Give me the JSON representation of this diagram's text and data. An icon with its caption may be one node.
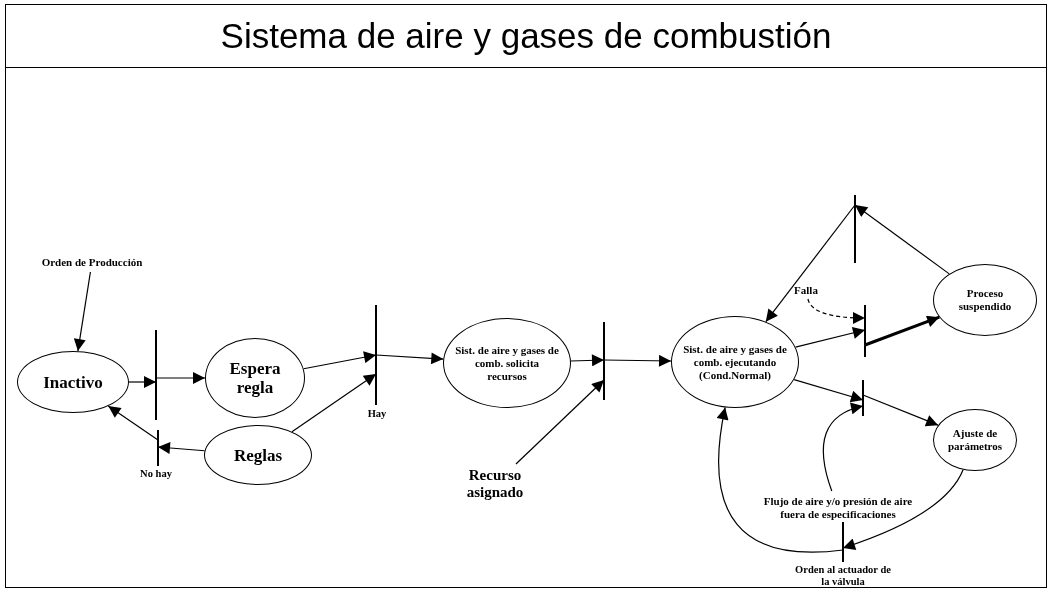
{
  "diagram": {
    "title": "Sistema de aire y gases de combustión",
    "nodes": [
      {
        "text": [
          "Inactivo"
        ]
      },
      {
        "text": [
          "Espera regla"
        ]
      },
      {
        "text": [
          "Reglas"
        ]
      },
      {
        "text": [
          "Sist. de aire y gases de comb. solicita recursos"
        ]
      },
      {
        "text": [
          "Sist. de aire y gases de comb. ejecutando (Cond.Normal)"
        ]
      },
      {
        "text": [
          "Proceso suspendido"
        ]
      },
      {
        "text": [
          "Ajuste de parámetros"
        ]
      },
      {
        "text": [],
        "shape": "bar"
      },
      {
        "text": [],
        "shape": "bar",
        "beside": [
          "Hay"
        ]
      },
      {
        "text": [],
        "shape": "bar",
        "beside": [
          "No hay"
        ]
      },
      {
        "text": [],
        "shape": "bar"
      },
      {
        "text": [],
        "shape": "bar"
      },
      {
        "text": [],
        "shape": "bar"
      },
      {
        "text": [],
        "shape": "bar"
      },
      {
        "text": [],
        "shape": "bar",
        "beside": [
          "Orden al actuador de la válvula"
        ]
      },
      {
        "text": [
          "Orden de Producción"
        ]
      },
      {
        "text": [
          "Recurso asignado"
        ]
      },
      {
        "text": [
          "Falla"
        ]
      },
      {
        "text": [
          "Flujo de aire y/o presión de aire fuera de especificaciones"
        ]
      }
    ],
    "edges": [
      {
        "from": 15,
        "to": 0,
        "arrow": "to"
      },
      {
        "from": 0,
        "to": 7,
        "arrow": "to"
      },
      {
        "from": 7,
        "to": 1,
        "arrow": "to"
      },
      {
        "from": 1,
        "to": 8,
        "arrow": "to"
      },
      {
        "from": 2,
        "to": 8,
        "arrow": "to"
      },
      {
        "from": 8,
        "to": 3,
        "arrow": "to"
      },
      {
        "from": 2,
        "to": 9,
        "arrow": "to"
      },
      {
        "from": 9,
        "to": 0,
        "arrow": "to"
      },
      {
        "from": 3,
        "to": 10,
        "arrow": "to"
      },
      {
        "from": 16,
        "to": 10,
        "arrow": "to"
      },
      {
        "from": 10,
        "to": 4,
        "arrow": "to"
      },
      {
        "from": 4,
        "to": 12,
        "arrow": "to"
      },
      {
        "from": 17,
        "to": 12,
        "arrow": "to",
        "style": "dashed"
      },
      {
        "from": 12,
        "to": 5,
        "arrow": "to",
        "style": "thick"
      },
      {
        "from": 5,
        "to": 11,
        "arrow": "to"
      },
      {
        "from": 11,
        "to": 4,
        "arrow": "to"
      },
      {
        "from": 4,
        "to": 13,
        "arrow": "to"
      },
      {
        "from": 18,
        "to": 13,
        "arrow": "to"
      },
      {
        "from": 13,
        "to": 6,
        "arrow": "to"
      },
      {
        "from": 6,
        "to": 14,
        "arrow": "to"
      },
      {
        "from": 14,
        "to": 4,
        "arrow": "to"
      }
    ]
  }
}
